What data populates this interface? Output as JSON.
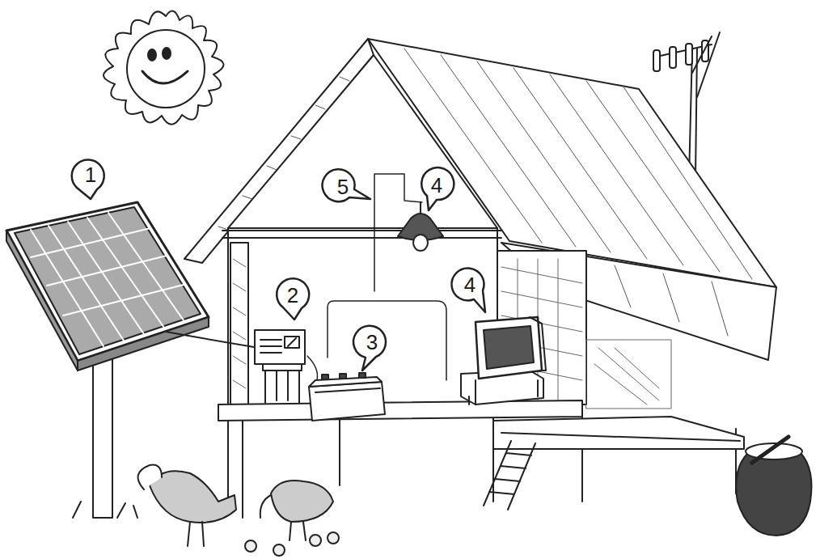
{
  "diagram": {
    "labels": [
      "1",
      "5",
      "4",
      "2",
      "4",
      "3"
    ]
  }
}
